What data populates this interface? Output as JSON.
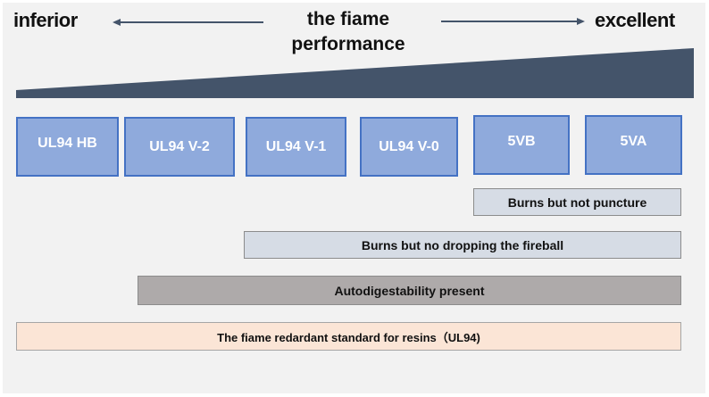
{
  "header": {
    "left_label": "inferior",
    "right_label": "excellent",
    "title_line1": "the fiame",
    "title_line2": "performance"
  },
  "levels": [
    "UL94 HB",
    "UL94 V-2",
    "UL94 V-1",
    "UL94 V-0",
    "5VB",
    "5VA"
  ],
  "bars": {
    "not_puncture": "Burns but not puncture",
    "no_dropping": "Burns but no dropping the fireball",
    "autodigest": "Autodigestability present",
    "standard": "The fiame redardant standard for resins（UL94)"
  },
  "colors": {
    "wedge": "#44546a",
    "box_fill": "#8faadc",
    "box_border": "#4472c4",
    "light_bar": "#d6dce5",
    "gray_bar": "#aeaaaa",
    "peach_bar": "#fbe5d6"
  }
}
